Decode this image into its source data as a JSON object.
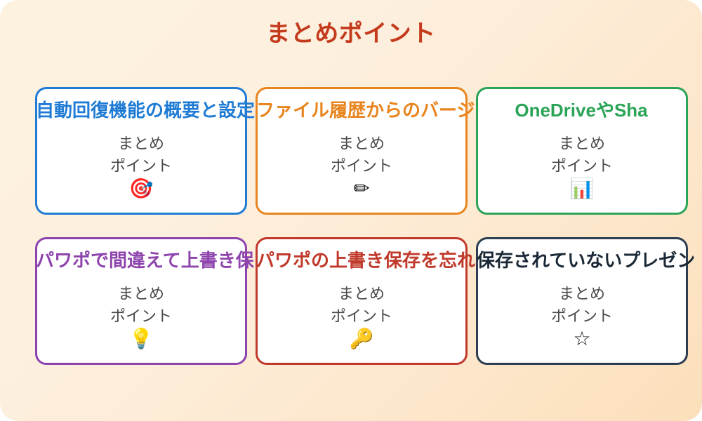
{
  "slide": {
    "title": "まとめポイント",
    "title_color": "#c43a1c",
    "background_start": "#fdf2e0",
    "background_end": "#fbdfbb",
    "body_text_color": "#4a4a4a"
  },
  "cards": [
    {
      "title": "自動回復機能の概要と設定",
      "body": "まとめ\nポイント",
      "icon": "🎯",
      "icon_name": "dart-target-icon",
      "accent_color": "#1f7bd4"
    },
    {
      "title": "ファイル履歴からのバージ",
      "body": "まとめ\nポイント",
      "icon": "✏",
      "icon_name": "pencil-icon",
      "accent_color": "#e8851f"
    },
    {
      "title": "OneDriveやSha",
      "body": "まとめ\nポイント",
      "icon": "📊",
      "icon_name": "bar-chart-icon",
      "accent_color": "#2ba457"
    },
    {
      "title": "パワポで間違えて上書き保",
      "body": "まとめ\nポイント",
      "icon": "💡",
      "icon_name": "light-bulb-icon",
      "accent_color": "#8e44ad"
    },
    {
      "title": "パワポの上書き保存を忘れ",
      "body": "まとめ\nポイント",
      "icon": "🔑",
      "icon_name": "key-icon",
      "accent_color": "#c0392b"
    },
    {
      "title": "保存されていないプレゼン",
      "body": "まとめ\nポイント",
      "icon": "☆",
      "icon_name": "star-icon",
      "accent_color": "#2c3e50"
    }
  ]
}
